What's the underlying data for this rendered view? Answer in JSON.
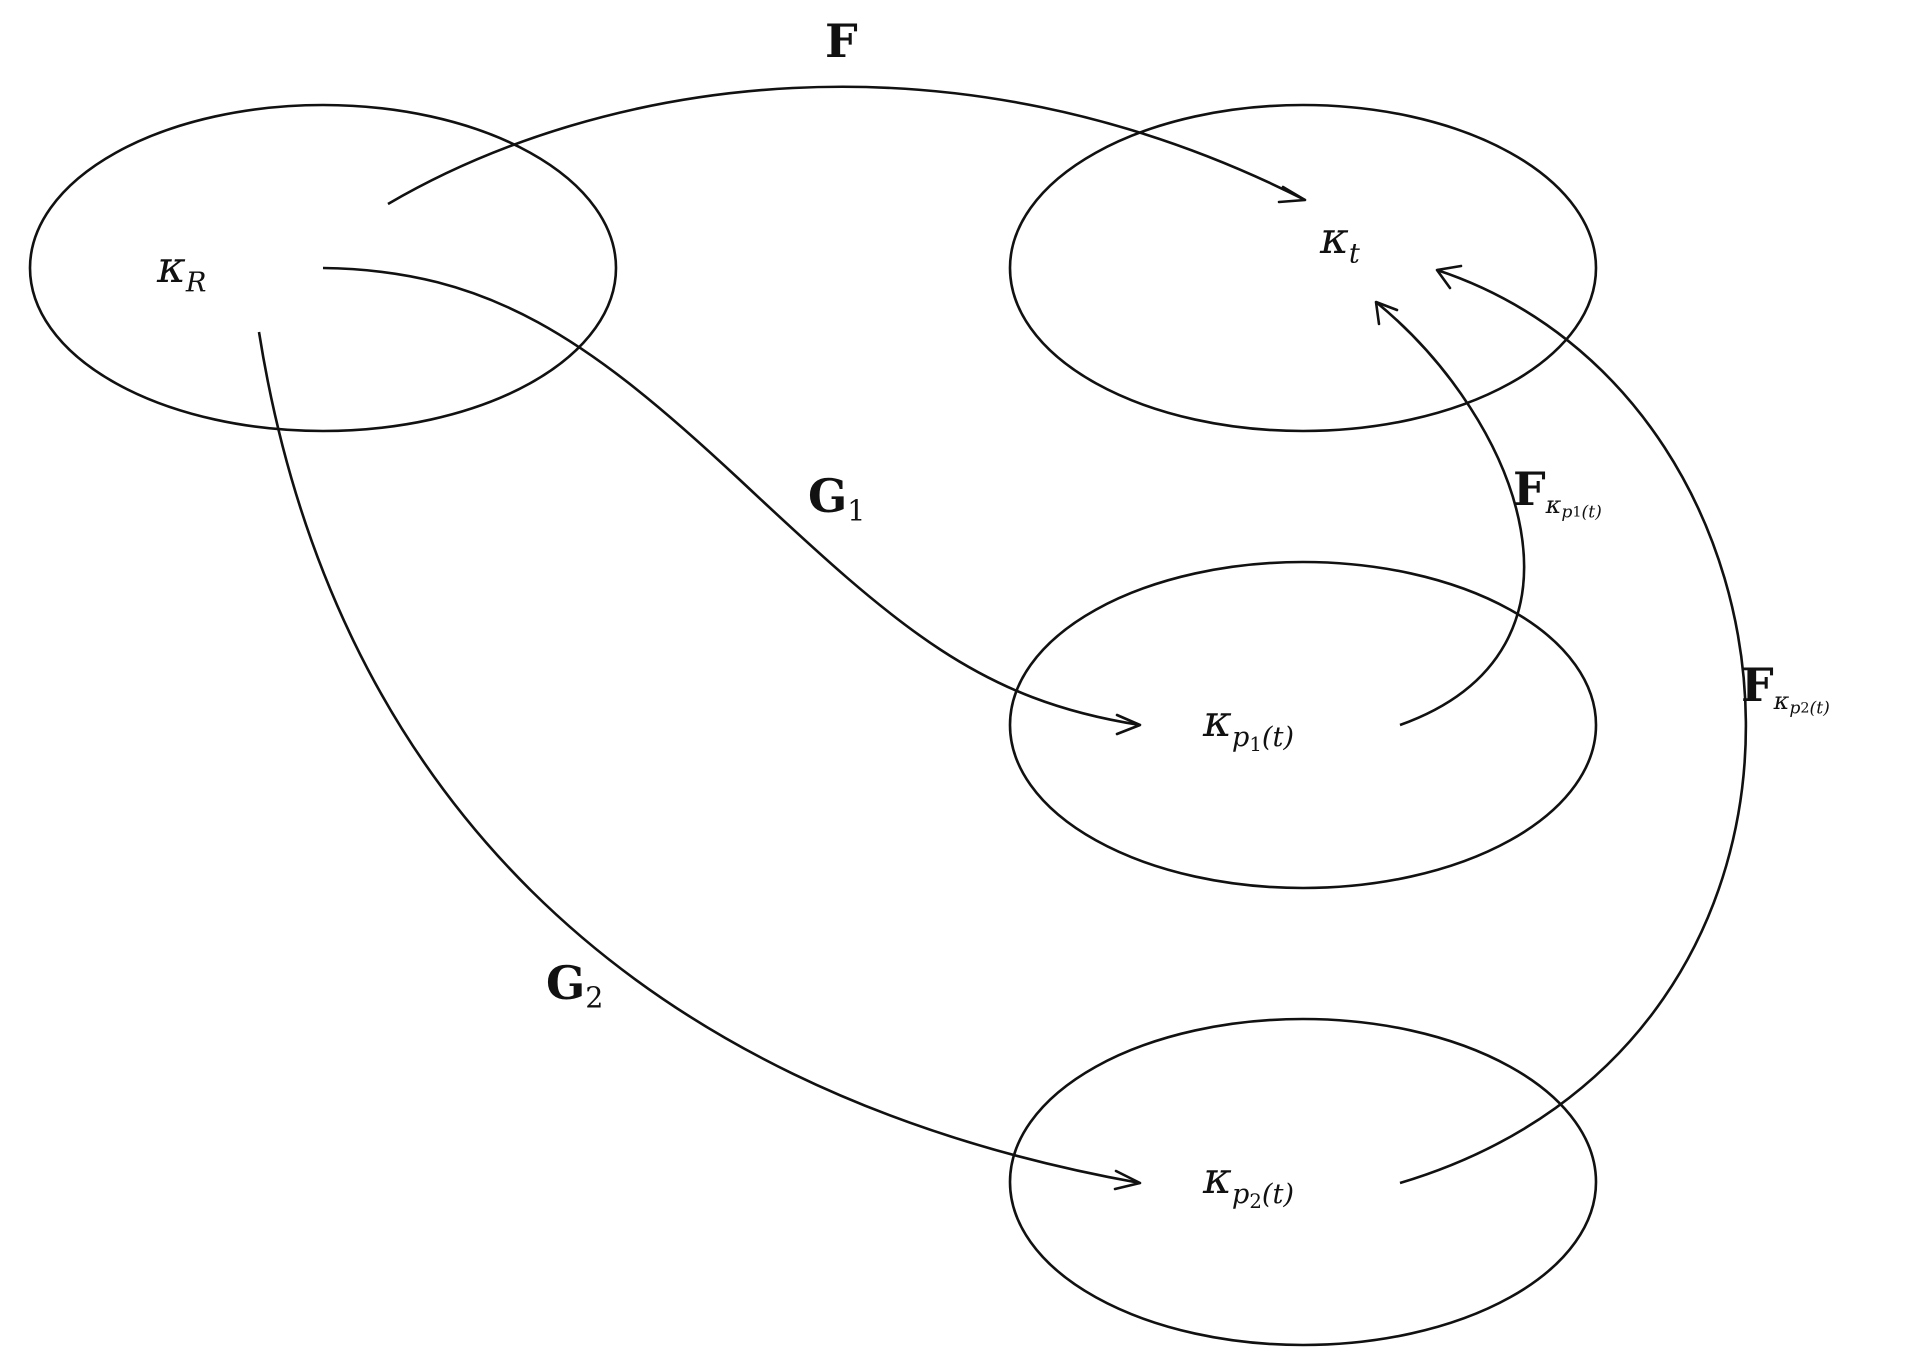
{
  "nodes": {
    "kappa_R": {
      "base": "κ",
      "sub": "R"
    },
    "kappa_t": {
      "base": "κ",
      "sub": "t"
    },
    "kappa_p1": {
      "base": "κ",
      "sub_main": "p",
      "sub_sub": "1",
      "paren": "(t)"
    },
    "kappa_p2": {
      "base": "κ",
      "sub_main": "p",
      "sub_sub": "2",
      "paren": "(t)"
    }
  },
  "edges": {
    "F": {
      "base": "F"
    },
    "G1": {
      "base": "G",
      "sub": "1"
    },
    "G2": {
      "base": "G",
      "sub": "2"
    },
    "F_kp1": {
      "base": "F",
      "sub_k": "κ",
      "sub_p": "p",
      "sub_n": "1",
      "sub_paren": "(t)"
    },
    "F_kp2": {
      "base": "F",
      "sub_k": "κ",
      "sub_p": "p",
      "sub_n": "2",
      "sub_paren": "(t)"
    }
  }
}
